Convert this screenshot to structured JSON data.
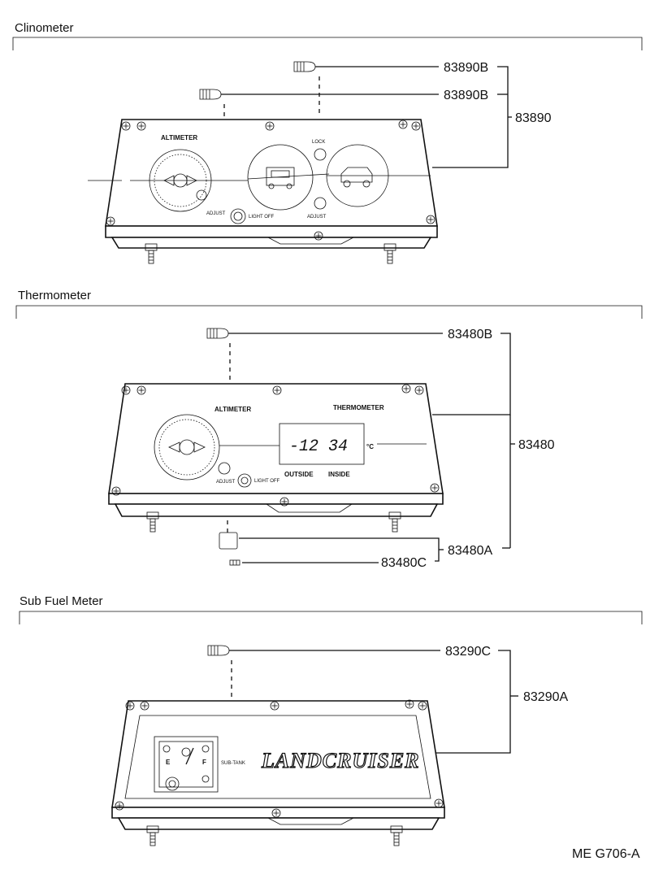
{
  "sections": {
    "clinometer": {
      "title": "Clinometer",
      "parts": {
        "bulb_1": "83890B",
        "bulb_2": "83890B",
        "assembly": "83890"
      },
      "labels": {
        "altimeter": "ALTIMETER",
        "lock": "LOCK",
        "adjust": "ADJUST",
        "light_off": "LIGHT OFF",
        "adjust_2": "ADJUST"
      }
    },
    "thermometer": {
      "title": "Thermometer",
      "parts": {
        "bulb": "83480B",
        "assembly": "83480",
        "knob": "83480A",
        "screw": "83480C"
      },
      "labels": {
        "altimeter": "ALTIMETER",
        "thermometer": "THERMOMETER",
        "lcd_reading": "-12 34",
        "unit": "°C",
        "outside": "OUTSIDE",
        "inside": "INSIDE",
        "adjust": "ADJUST",
        "light_off": "LIGHT OFF"
      }
    },
    "sub_fuel_meter": {
      "title": "Sub Fuel Meter",
      "parts": {
        "bulb": "83290C",
        "assembly": "83290A"
      },
      "labels": {
        "brand": "LANDCRUISER",
        "tank": "SUB-TANK",
        "gauge_e": "E",
        "gauge_f": "F"
      }
    }
  },
  "footer": {
    "code": "ME  G706-A"
  }
}
